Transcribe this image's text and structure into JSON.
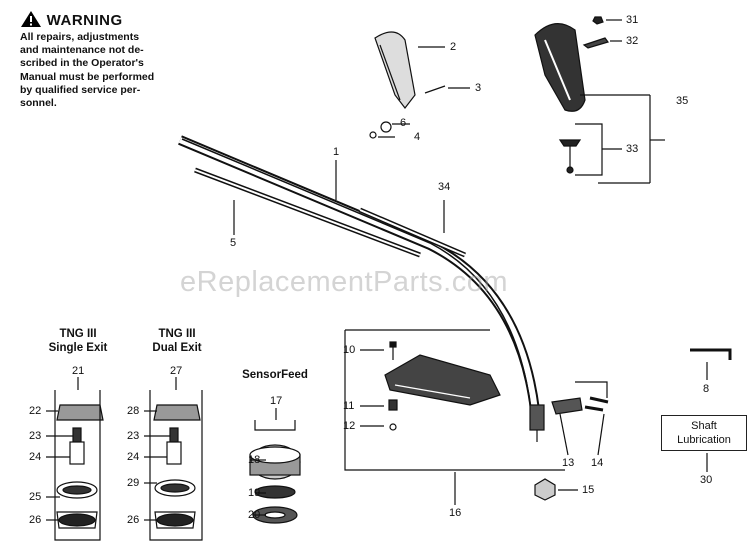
{
  "warning": {
    "title": "WARNING",
    "lines": [
      "All repairs, adjustments",
      "and maintenance not de-",
      "scribed in the Operator's",
      "Manual must be performed",
      "by qualified service per-",
      "sonnel."
    ]
  },
  "headers": {
    "single_exit_1": "TNG III",
    "single_exit_2": "Single Exit",
    "dual_exit_1": "TNG III",
    "dual_exit_2": "Dual Exit",
    "sensorfeed": "SensorFeed"
  },
  "shaft_box": {
    "line1": "Shaft",
    "line2": "Lubrication"
  },
  "watermark": "eReplacementParts.com",
  "callouts": {
    "n1": "1",
    "n2": "2",
    "n3": "3",
    "n4": "4",
    "n5": "5",
    "n6": "6",
    "n8": "8",
    "n10": "10",
    "n11": "11",
    "n12": "12",
    "n13": "13",
    "n14": "14",
    "n15": "15",
    "n16": "16",
    "n17": "17",
    "n18": "18",
    "n19": "19",
    "n20": "20",
    "n21": "21",
    "n22": "22",
    "n23": "23",
    "n24": "24",
    "n25": "25",
    "n26": "26",
    "n27": "27",
    "n28": "28",
    "n23b": "23",
    "n24b": "24",
    "n29": "29",
    "n26b": "26",
    "n30": "30",
    "n31": "31",
    "n32": "32",
    "n33": "33",
    "n34": "34",
    "n35": "35"
  }
}
